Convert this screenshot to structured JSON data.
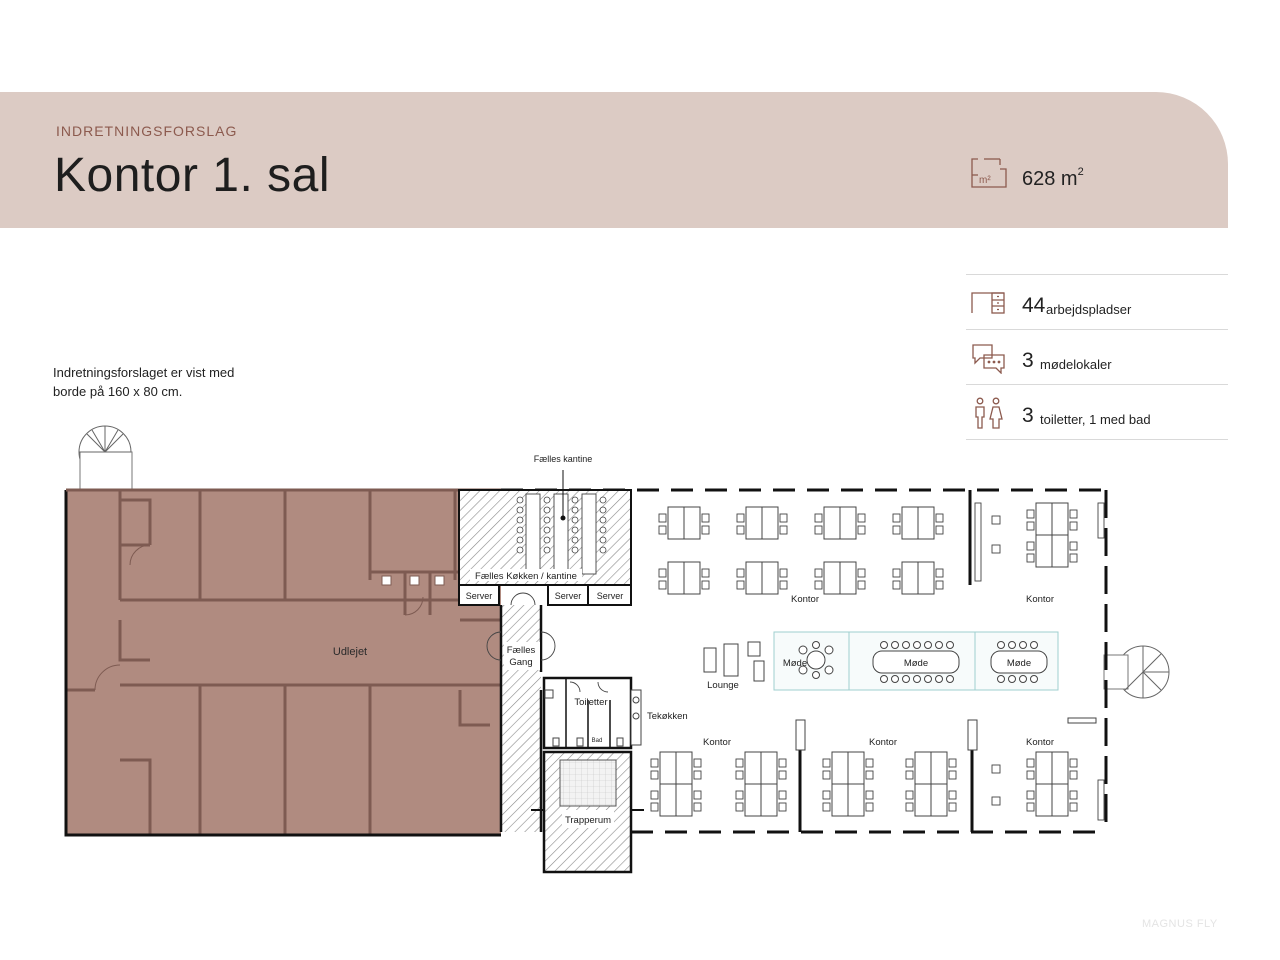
{
  "header": {
    "eyebrow": "INDRETNINGSFORSLAG",
    "title": "Kontor 1. sal",
    "area_value": "628 m",
    "area_unit_sup": "2",
    "area_icon_label": "m²"
  },
  "stats": [
    {
      "icon": "desk-icon",
      "value": "44",
      "label": "arbejdspladser"
    },
    {
      "icon": "chat-bubbles-icon",
      "value": "3",
      "label": "mødelokaler"
    },
    {
      "icon": "people-icon",
      "value": "3",
      "label": "toiletter, 1 med bad"
    }
  ],
  "note": {
    "line1": "Indretningsforslaget er vist med",
    "line2": "borde på 160 x 80 cm."
  },
  "plan": {
    "labels": {
      "kantine": "Fælles kantine",
      "kokken": "Fælles Køkken / kantine",
      "server1": "Server",
      "server2": "Server",
      "server3": "Server",
      "udlejet": "Udlejet",
      "gang1": "Fælles",
      "gang2": "Gang",
      "toiletter": "Toiletter",
      "bad": "Bad",
      "tekokken": "Tekøkken",
      "trapperum": "Trapperum",
      "lounge": "Lounge",
      "mode1": "Møde",
      "mode2": "Møde",
      "mode3": "Møde",
      "kontor_top_1": "Kontor",
      "kontor_top_2": "Kontor",
      "kontor_bot_1": "Kontor",
      "kontor_bot_2": "Kontor",
      "kontor_bot_3": "Kontor"
    },
    "colors": {
      "rented": "#b08b80",
      "accent": "#8c5a4e",
      "wall": "#111111"
    }
  },
  "watermark": "MAGNUS FLY"
}
